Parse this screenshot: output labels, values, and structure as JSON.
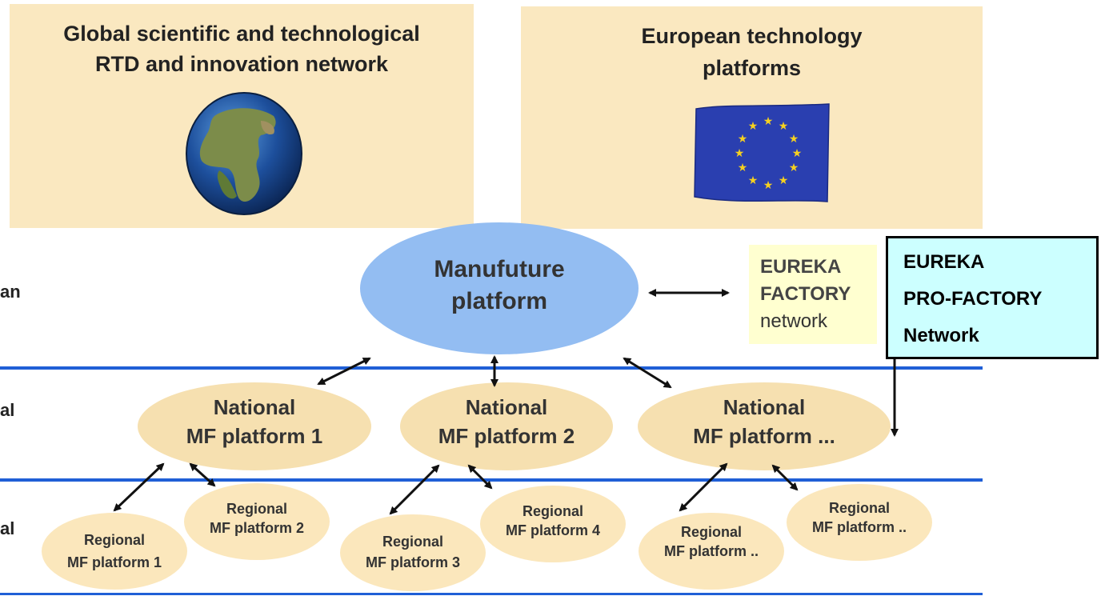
{
  "top_panels": {
    "global": {
      "title_line1": "Global scientific and technological",
      "title_line2": "RTD and innovation network",
      "icon": "globe-icon"
    },
    "european": {
      "title_line1": "European technology",
      "title_line2": "platforms",
      "icon": "eu-flag-icon"
    }
  },
  "row_labels": {
    "european": "an",
    "national": "al",
    "regional": "al"
  },
  "manufuture": {
    "line1": "Manufuture",
    "line2": "platform"
  },
  "eureka_factory": {
    "line1": "EUREKA",
    "line2": "FACTORY",
    "line3": "network"
  },
  "eureka_pro_factory": {
    "line1": "EUREKA",
    "line2": "PRO-FACTORY",
    "line3": "Network"
  },
  "national": [
    {
      "line1": "National",
      "line2": "MF platform 1"
    },
    {
      "line1": "National",
      "line2": "MF platform 2"
    },
    {
      "line1": "National",
      "line2": "MF platform ..."
    }
  ],
  "regional": [
    {
      "line1": "Regional",
      "line2": "MF platform 1"
    },
    {
      "line1": "Regional",
      "line2": "MF platform 2"
    },
    {
      "line1": "Regional",
      "line2": "MF platform 3"
    },
    {
      "line1": "Regional",
      "line2": "MF platform 4"
    },
    {
      "line1": "Regional",
      "line2": "MF platform .."
    },
    {
      "line1": "Regional",
      "line2": "MF platform .."
    }
  ],
  "colors": {
    "panel_bg": "#fae8c0",
    "manufuture_fill": "#93bdf2",
    "national_fill": "#f6e0b0",
    "regional_fill": "#fbe7bc",
    "separator_line": "#1f5fd6",
    "eureka_factory_bg": "#ffffd0",
    "pro_factory_bg": "#ccffff"
  }
}
